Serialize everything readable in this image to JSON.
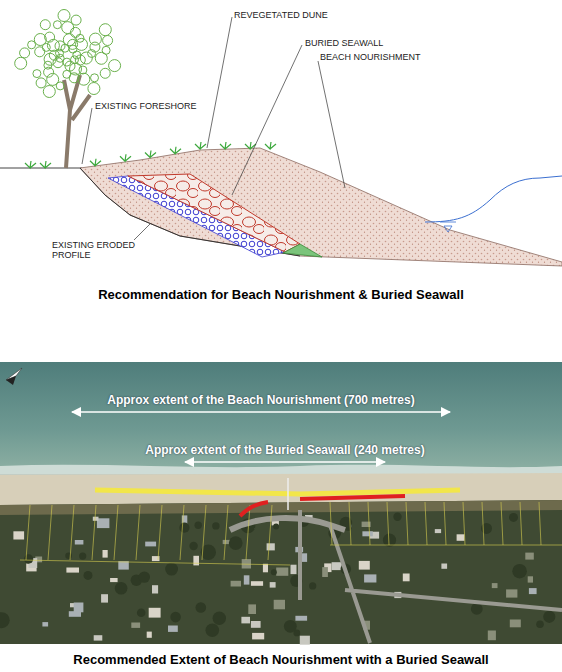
{
  "diagram": {
    "caption": "Recommended Extent of Beach Nourishment with a Buried Seawall",
    "labels": [
      "EXISTING FORESHORE",
      "REVEGETATED DUNE",
      "BURIED SEAWALL",
      "BEACH NOURISHMENT",
      "EXISTING ERODED PROFILE",
      "Recommendation for Beach Nourishment & Buried Seawall",
      "Approx extent of the Beach Nourishment (700 metres)",
      "Approx extent of the Buried Seawall (240 metres)"
    ]
  }
}
